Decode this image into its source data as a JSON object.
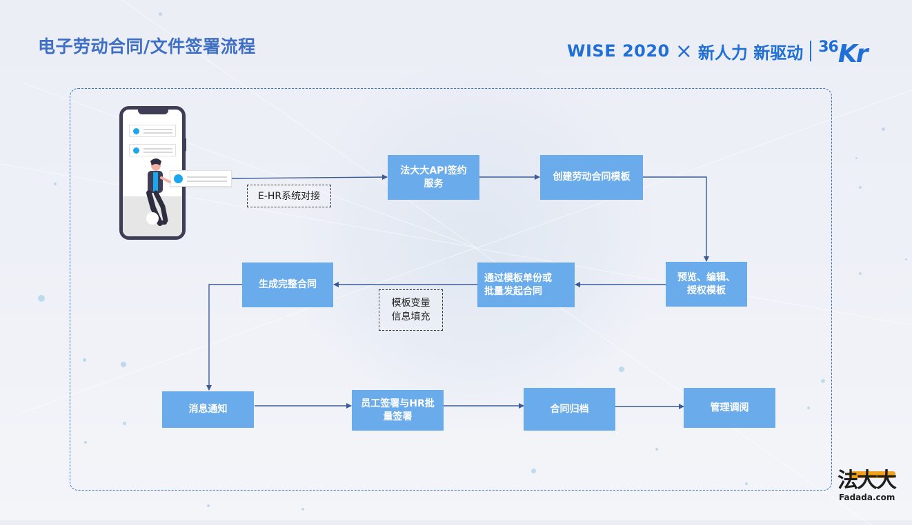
{
  "slide": {
    "title": "电子劳动合同/文件签署流程",
    "brand": {
      "event": "WISE 2020",
      "times": "×",
      "slogan": "新人力 新驱动",
      "partner_num": "36",
      "partner_kr": "Kr"
    },
    "footer_logo": {
      "chars": "法大大",
      "url": "Fadada.com",
      "accent_color": "#f2a31b"
    }
  },
  "colors": {
    "title": "#3e6fc4",
    "box_fill": "#6aabeb",
    "arrow": "#3b5a96",
    "frame": "#3a6fc4",
    "brand": "#1f6fd6"
  },
  "flow": {
    "nodes": [
      {
        "id": "api",
        "label": "法大大API签约\n服务"
      },
      {
        "id": "create",
        "label": "创建劳动合同模板"
      },
      {
        "id": "preview",
        "label": "预览、编辑、\n授权模板"
      },
      {
        "id": "initiate",
        "label": "通过模板单份或\n批量发起合同"
      },
      {
        "id": "generate",
        "label": "生成完整合同"
      },
      {
        "id": "notify",
        "label": "消息通知"
      },
      {
        "id": "sign",
        "label": "员工签署与HR批\n量签署"
      },
      {
        "id": "archive",
        "label": "合同归档"
      },
      {
        "id": "manage",
        "label": "管理调阅"
      }
    ],
    "notes": [
      {
        "id": "ehr",
        "label": "E-HR系统对接"
      },
      {
        "id": "fill",
        "label": "模板变量\n信息填充"
      }
    ],
    "edges": [
      [
        "phone",
        "api"
      ],
      [
        "api",
        "create"
      ],
      [
        "create",
        "preview"
      ],
      [
        "preview",
        "initiate"
      ],
      [
        "initiate",
        "generate"
      ],
      [
        "generate",
        "notify"
      ],
      [
        "notify",
        "sign"
      ],
      [
        "sign",
        "archive"
      ],
      [
        "archive",
        "manage"
      ]
    ]
  }
}
